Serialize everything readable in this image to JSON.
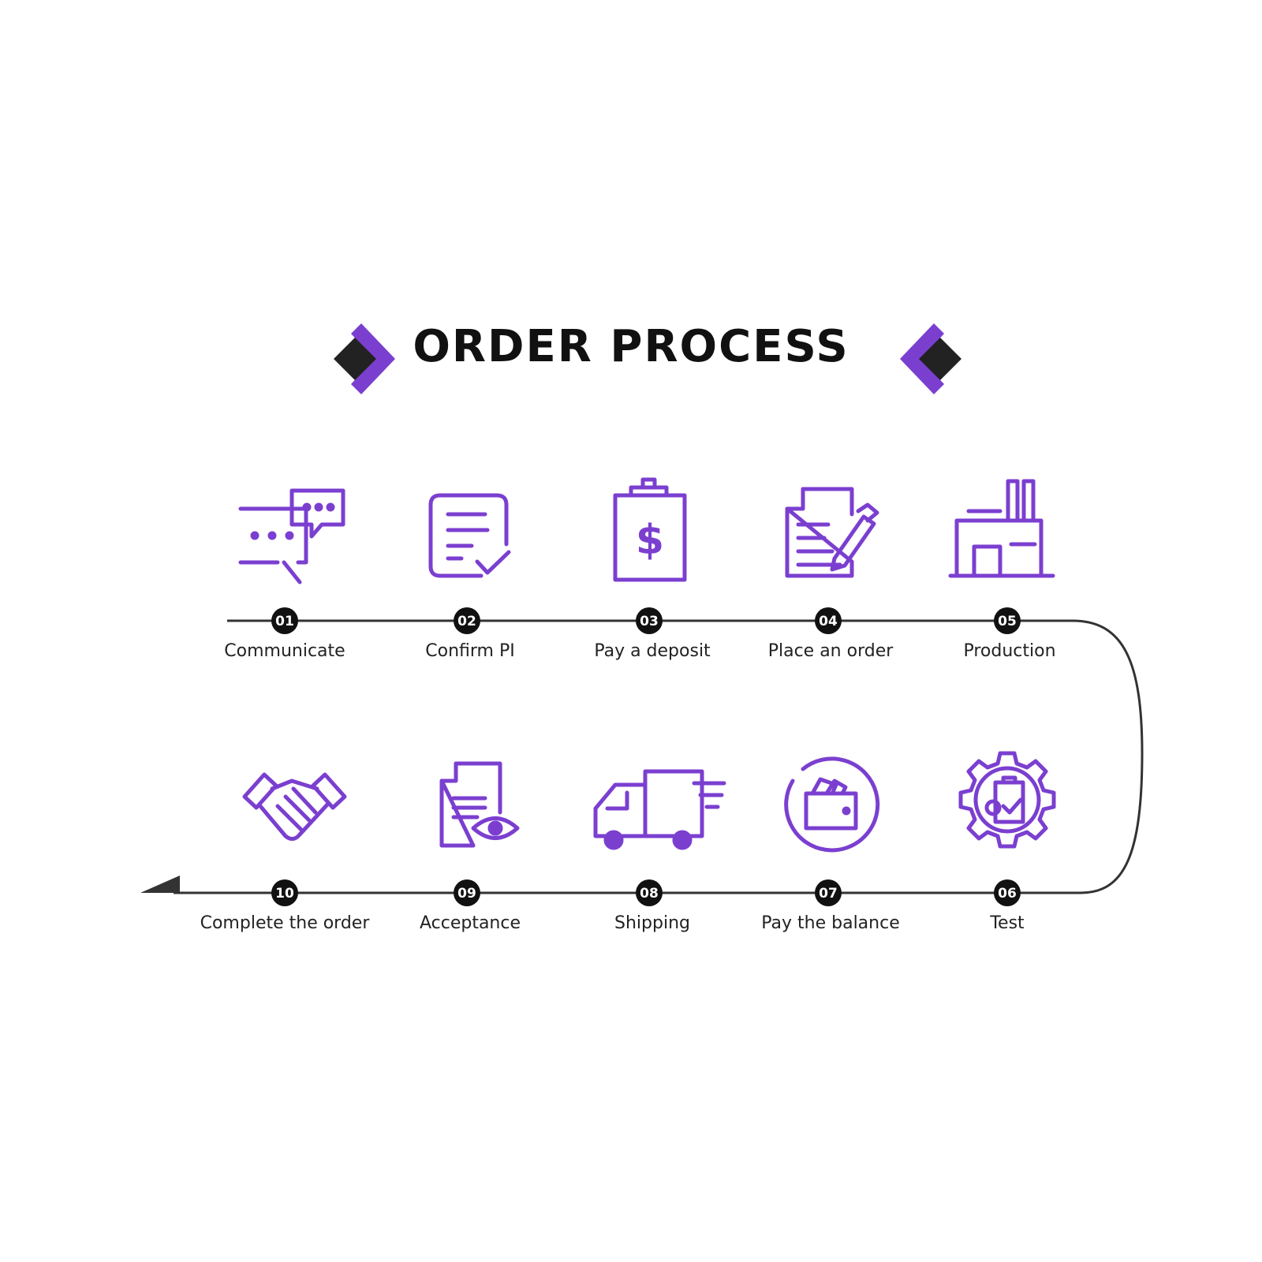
{
  "title": "ORDER PROCESS",
  "colors": {
    "accent": "#7B3FD0",
    "dark": "#222222",
    "line": "#333333"
  },
  "steps": [
    {
      "number": "01",
      "label": "Communicate",
      "icon": "chat-bubbles-icon"
    },
    {
      "number": "02",
      "label": "Confirm PI",
      "icon": "document-check-icon"
    },
    {
      "number": "03",
      "label": "Pay a deposit",
      "icon": "clipboard-dollar-icon"
    },
    {
      "number": "04",
      "label": "Place an order",
      "icon": "document-pencil-icon"
    },
    {
      "number": "05",
      "label": "Production",
      "icon": "factory-icon"
    },
    {
      "number": "06",
      "label": "Test",
      "icon": "gear-clipboard-icon"
    },
    {
      "number": "07",
      "label": "Pay the balance",
      "icon": "wallet-icon"
    },
    {
      "number": "08",
      "label": "Shipping",
      "icon": "truck-icon"
    },
    {
      "number": "09",
      "label": "Acceptance",
      "icon": "document-eye-icon"
    },
    {
      "number": "10",
      "label": "Complete the order",
      "icon": "handshake-icon"
    }
  ]
}
